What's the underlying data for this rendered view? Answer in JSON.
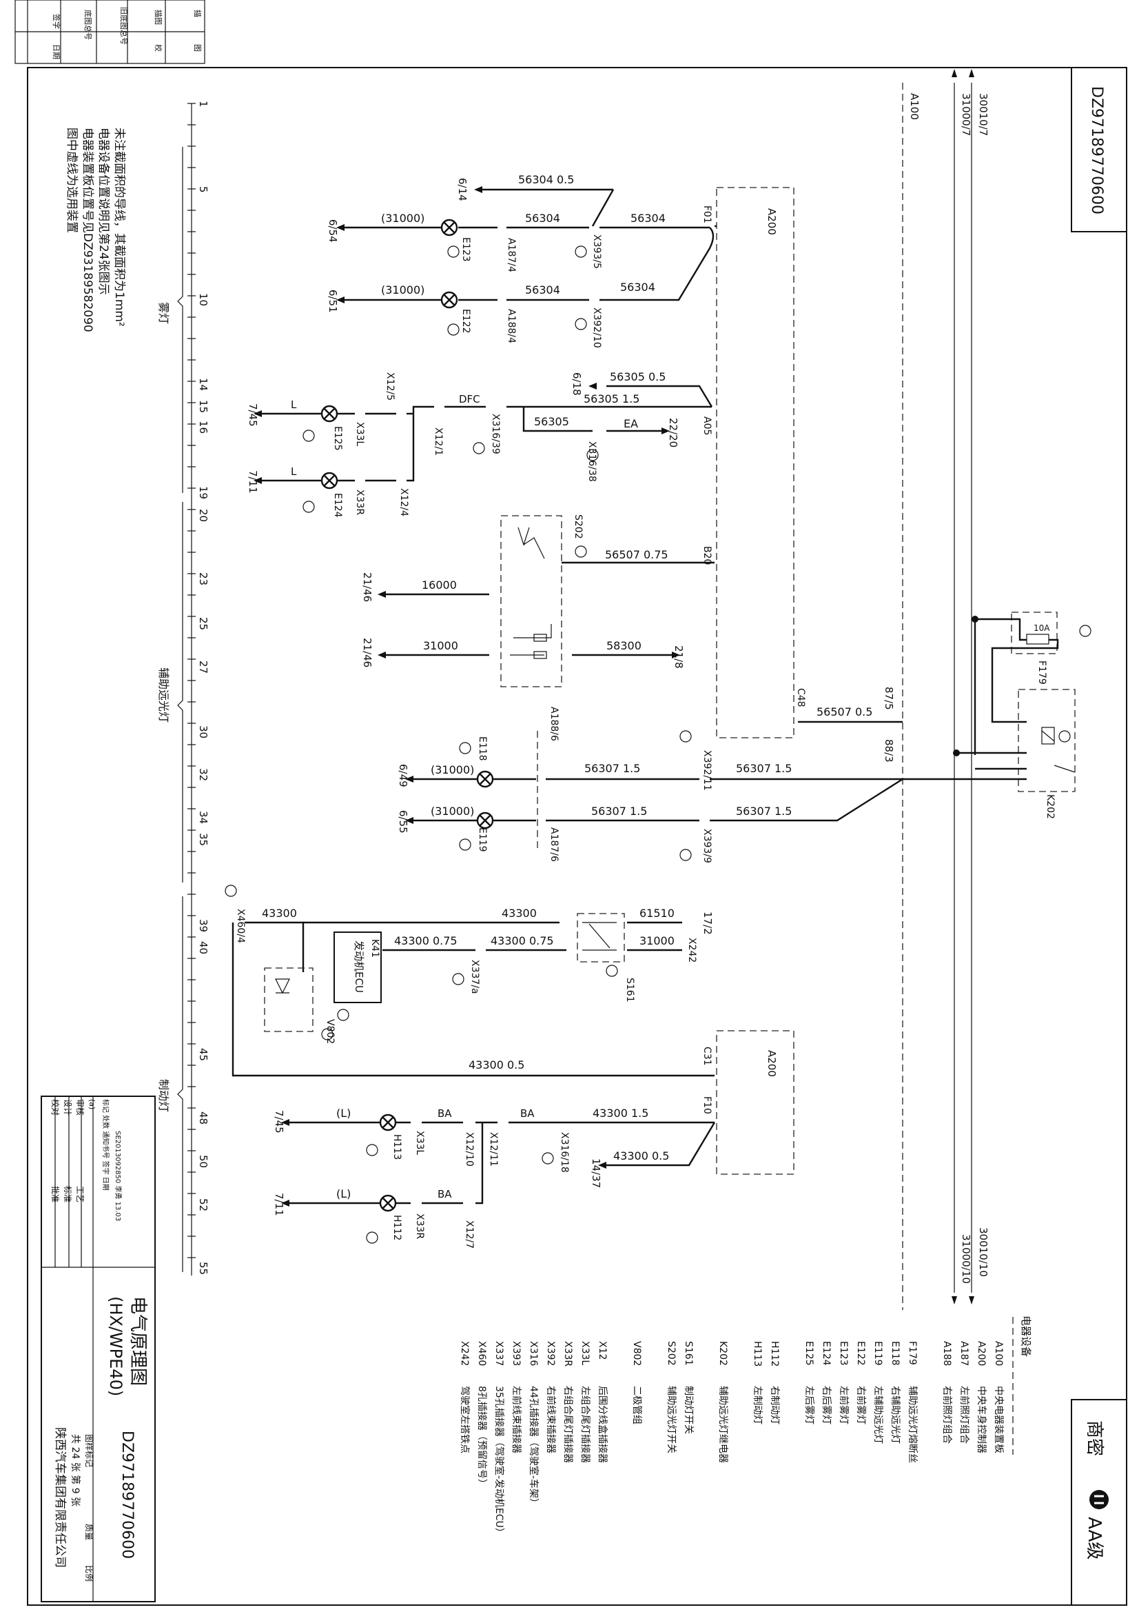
{
  "sheet": {
    "drawing_no": "DZ97189770600",
    "title": "电气原理图",
    "model": "(HX/WPE40)",
    "company": "陕西汽车集团有限责任公司",
    "brand": "商密",
    "brand_level": "AA级",
    "page_info": "共 24 张    第 9 张",
    "sheet_word": "张",
    "sheet_total": "24",
    "sheet_no": "9"
  },
  "notes": [
    "未注截面积的导线，其截面积为1mm²",
    "电器设备位置说明见第24张图示",
    "电器装置板位置号见DZ93189582090",
    "图中虚线为选用装置"
  ],
  "margin_strip": {
    "labels": [
      "签字",
      "日期",
      "底图总号",
      "旧底图总号",
      "描图",
      "校",
      "描",
      "图"
    ]
  },
  "title_block": {
    "rows": [
      "设计",
      "校对",
      "审核",
      "(a)",
      "标记 处数 通知书号 签字 日期"
    ],
    "change_note": "SE2013092850 李勇 13.03",
    "labels": [
      "工艺",
      "标准",
      "批准"
    ],
    "marks": [
      "图样标记",
      "质量",
      "比例"
    ]
  },
  "ruler": {
    "marks": [
      "1",
      "5",
      "10",
      "14",
      "15",
      "16",
      "19",
      "20",
      "23",
      "25",
      "27",
      "30",
      "32",
      "34",
      "35",
      "39",
      "40",
      "45",
      "48",
      "50",
      "52",
      "55"
    ],
    "groups": [
      "雾灯",
      "辅助远光灯",
      "制动灯"
    ]
  },
  "bus": {
    "top": [
      "30010/7",
      "31000/7",
      "A100"
    ],
    "bottom": [
      "30010/10",
      "31000/10"
    ]
  },
  "wire_labels": {
    "w_56304_05": "56304 0.5",
    "ref_614": "6/14",
    "w_56304a": "56304",
    "w_56304b": "56304",
    "w_56304c": "56304",
    "w_56304d": "56304",
    "w_31000a": "(31000)",
    "w_31000b": "(31000)",
    "ref_654": "6/54",
    "ref_651": "6/51",
    "w_56305_05": "56305 0.5",
    "ref_618": "6/18",
    "w_56305_15": "56305 1.5",
    "w_56305": "56305",
    "ea": "EA",
    "ref_2220": "22/20",
    "dfc": "DFC",
    "ref_745a": "7/45",
    "ref_711a": "7/11",
    "la": "L",
    "lb": "L",
    "w_56507_075": "56507 0.75",
    "w_16000": "16000",
    "ref_2146a": "21/46",
    "w_31000c": "31000",
    "ref_2146b": "21/46",
    "w_58300": "58300",
    "ref_218": "21/8",
    "w_56507_05": "56507 0.5",
    "ref_875": "87/5",
    "ref_883": "88/3",
    "w_56307a": "56307 1.5",
    "w_56307b": "56307 1.5",
    "w_56307c": "56307 1.5",
    "w_56307d": "56307 1.5",
    "w_31000d": "(31000)",
    "w_31000e": "(31000)",
    "ref_649": "6/49",
    "ref_655": "6/55",
    "w_43300a": "43300",
    "w_43300b": "43300",
    "w_43300_075a": "43300 0.75",
    "w_43300_075b": "43300 0.75",
    "w_61510": "61510",
    "w_31000f": "31000",
    "ref_172": "17/2",
    "x242": "X242",
    "w_43300_05a": "43300 0.5",
    "w_43300_15": "43300 1.5",
    "w_43300_05b": "43300 0.5",
    "ref_1437": "14/37",
    "ba_a": "BA",
    "ba_b": "BA",
    "ba_c": "BA",
    "l_c": "(L)",
    "l_d": "(L)",
    "ref_745b": "7/45",
    "ref_711b": "7/11",
    "ten_a": "10A"
  },
  "components": {
    "A200a": "A200",
    "A200b": "A200",
    "F01": "F01",
    "A05": "A05",
    "B20": "B20",
    "C48": "C48",
    "C31": "C31",
    "F10": "F10",
    "X393_5": "X393/5",
    "X392_10": "X392/10",
    "A187_4": "A187/4",
    "A188_4": "A188/4",
    "E123": "E123",
    "E122": "E122",
    "X12_5": "X12/5",
    "X12_1": "X12/1",
    "X12_4": "X12/4",
    "X316_39": "X316/39",
    "X316_38": "X316/38",
    "X33La": "X33L",
    "X33Ra": "X33R",
    "E125": "E125",
    "E124": "E124",
    "S202": "S202",
    "A188_6": "A188/6",
    "X392_11": "X392/11",
    "X393_9": "X393/9",
    "A187_6": "A187/6",
    "E118": "E118",
    "E119": "E119",
    "F179": "F179",
    "K202": "K202",
    "X460_4": "X460/4",
    "K41": "K41",
    "ecu": "发动机ECU",
    "V802": "V802",
    "X337a": "X337/a",
    "S161": "S161",
    "X316_18": "X316/18",
    "X12_11": "X12/11",
    "X12_10": "X12/10",
    "X12_7": "X12/7",
    "X33Lb": "X33L",
    "X33Rb": "X33R",
    "H113": "H113",
    "H112": "H112"
  },
  "legend": {
    "heading": "电器设备",
    "items": [
      {
        "code": "A100",
        "desc": "中央电器装置板"
      },
      {
        "code": "A200",
        "desc": "中央车身控制器"
      },
      {
        "code": "A187",
        "desc": "左前照灯组合"
      },
      {
        "code": "A188",
        "desc": "右前照灯组合"
      },
      {
        "code": "F179",
        "desc": "辅助远光灯熔断丝"
      },
      {
        "code": "E118",
        "desc": "右辅助远光灯"
      },
      {
        "code": "E119",
        "desc": "左辅助远光灯"
      },
      {
        "code": "E122",
        "desc": "右前雾灯"
      },
      {
        "code": "E123",
        "desc": "左前雾灯"
      },
      {
        "code": "E124",
        "desc": "右后雾灯"
      },
      {
        "code": "E125",
        "desc": "左后雾灯"
      },
      {
        "code": "H112",
        "desc": "右制动灯"
      },
      {
        "code": "H113",
        "desc": "左制动灯"
      },
      {
        "code": "K202",
        "desc": "辅助远光灯继电器"
      },
      {
        "code": "S161",
        "desc": "制动灯开关"
      },
      {
        "code": "S202",
        "desc": "辅助远光灯开关"
      },
      {
        "code": "V802",
        "desc": "二极管组"
      },
      {
        "code": "X12",
        "desc": "后围分线盒插接器"
      },
      {
        "code": "X33L",
        "desc": "左组合尾灯插接器"
      },
      {
        "code": "X33R",
        "desc": "右组合尾灯插接器"
      },
      {
        "code": "X392",
        "desc": "右前线束插接器"
      },
      {
        "code": "X316",
        "desc": "44孔插接器（驾驶室-车架）"
      },
      {
        "code": "X393",
        "desc": "左前线束插接器"
      },
      {
        "code": "X337",
        "desc": "35孔插接器（驾驶室-发动机ECU）"
      },
      {
        "code": "X460",
        "desc": "8孔插接器（预留信号）"
      },
      {
        "code": "X242",
        "desc": "驾驶室左搭铁点"
      }
    ]
  }
}
